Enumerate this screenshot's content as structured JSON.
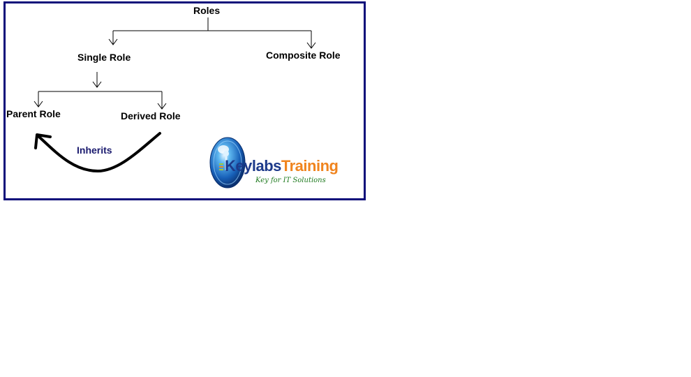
{
  "diagram": {
    "root": "Roles",
    "single_role": "Single Role",
    "composite_role": "Composite Role",
    "parent_role": "Parent Role",
    "derived_role": "Derived Role",
    "inherits": "Inherits"
  },
  "logo": {
    "brand_part1": "Keylabs",
    "brand_part2": "Training",
    "tagline": "Key for IT Solutions"
  },
  "colors": {
    "frame_border": "#0b0c7a",
    "brand_blue": "#1d3a8a",
    "brand_orange": "#f0841e",
    "tagline_green": "#1f7a1f"
  }
}
